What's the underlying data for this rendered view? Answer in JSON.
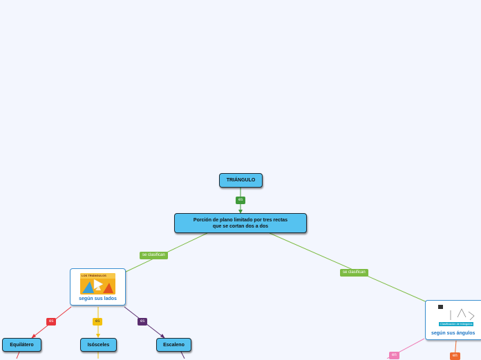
{
  "colors": {
    "node_fill": "#55c2f0",
    "node_border": "#1e2a33",
    "card_border": "#3b8fd0",
    "card_text": "#1a74c4",
    "green_link": "#7dbb42",
    "green_tag": "#3f9a3a",
    "red": "#e8363c",
    "yellow": "#f2c10f",
    "purple": "#5a2d6f",
    "pink": "#ef7fb6",
    "orange": "#ee6a2f",
    "background": "#f3f6fe"
  },
  "nodes": {
    "triangulo": "TRIÁNGULO",
    "definition_line1": "Porción de plano limitado por tres rectas",
    "definition_line2": "que se cortan dos a dos",
    "equilatero": "Equilátero",
    "isosceles": "Isósceles",
    "escaleno": "Escaleno"
  },
  "cards": {
    "sides": {
      "label": "según sus lados",
      "thumbnail_caption": "LOS TRIÁNGULOS",
      "icon": "play-icon"
    },
    "angles": {
      "label": "según  sus ángulos",
      "thumbnail_caption": "Clasificación de triángulos",
      "icon": "triangle-sketch-icon"
    }
  },
  "links": {
    "es_main": "es",
    "se_clasifican_left": "se clasifican",
    "se_clasifican_right": "se clasifican",
    "es_red": "es",
    "es_yellow": "es",
    "es_purple": "es",
    "en_pink": "en",
    "en_orange": "en"
  }
}
